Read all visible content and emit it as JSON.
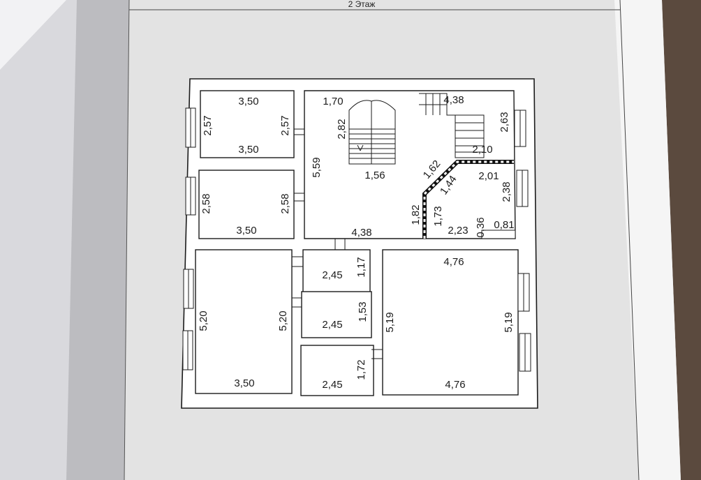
{
  "header": {
    "floor_title": "2 Этаж"
  },
  "rooms": {
    "room_top_left": {
      "top": "3,50",
      "bottom": "3,50",
      "left": "2,57",
      "right": "2,57"
    },
    "room_mid_left": {
      "bottom": "3,50",
      "left": "2,58",
      "right": "2,58"
    },
    "room_bottom_left": {
      "bottom": "3,50",
      "left": "5,20",
      "right": "5,20"
    },
    "stair_hall": {
      "top_a": "1,70",
      "stair_height": "2,82",
      "stair_width": "1,56",
      "left": "5,59",
      "bottom": "4,38"
    },
    "stair_right": {
      "top": "4,38",
      "side": "2,63",
      "lower": "2,10"
    },
    "angled_room": {
      "diag_top": "1,62",
      "diag_inner": "1,44",
      "left_outer": "1,82",
      "left_inner": "1,73",
      "top": "2,01",
      "right": "2,38",
      "bottom": "2,23",
      "small_a": "0,36",
      "small_b": "0,81"
    },
    "small_room_1": {
      "bottom": "2,45",
      "right": "1,17"
    },
    "small_room_2": {
      "bottom": "2,45",
      "right": "1,53"
    },
    "small_room_3": {
      "bottom": "2,45",
      "left": "1,72"
    },
    "room_bottom_right": {
      "top": "4,76",
      "bottom": "4,76",
      "left": "5,19",
      "right": "5,19"
    }
  }
}
